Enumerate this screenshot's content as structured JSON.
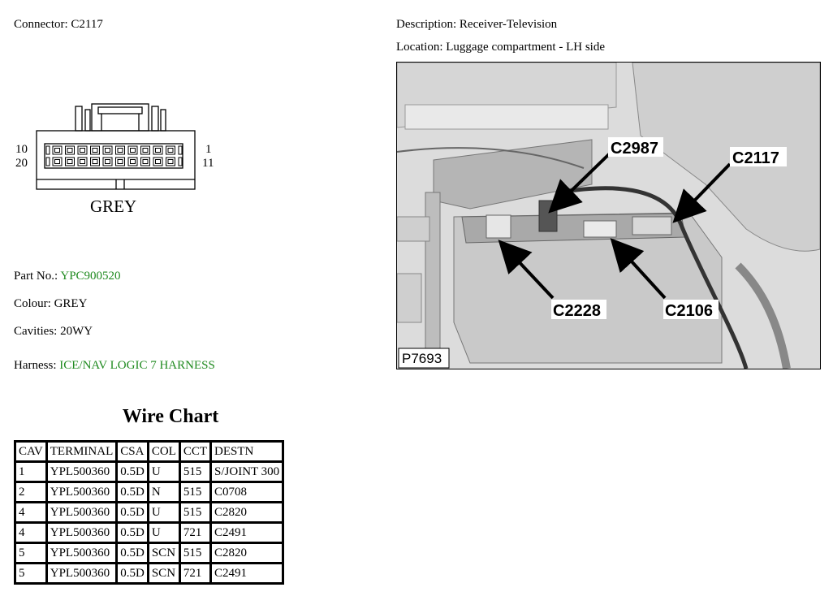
{
  "connector": {
    "label": "Connector:",
    "value": "C2117",
    "colour_caption": "GREY",
    "pin_labels": {
      "top_left": "10",
      "bottom_left": "20",
      "top_right": "1",
      "bottom_right": "11"
    }
  },
  "description": {
    "label": "Description:",
    "value": "Receiver-Television"
  },
  "location": {
    "label": "Location:",
    "value": "Luggage compartment - LH side"
  },
  "details": {
    "part_no_label": "Part No.:",
    "part_no": "YPC900520",
    "colour_label": "Colour:",
    "colour": "GREY",
    "cavities_label": "Cavities:",
    "cavities": "20WY",
    "harness_label": "Harness:",
    "harness": "ICE/NAV LOGIC 7 HARNESS"
  },
  "photo": {
    "callouts": {
      "c2987": "C2987",
      "c2117": "C2117",
      "c2228": "C2228",
      "c2106": "C2106"
    },
    "ref": "P7693"
  },
  "wire_chart": {
    "title": "Wire Chart",
    "headers": [
      "CAV",
      "TERMINAL",
      "CSA",
      "COL",
      "CCT",
      "DESTN"
    ],
    "rows": [
      [
        "1",
        "YPL500360",
        "0.5D",
        "U",
        "515",
        "S/JOINT 300"
      ],
      [
        "2",
        "YPL500360",
        "0.5D",
        "N",
        "515",
        "C0708"
      ],
      [
        "4",
        "YPL500360",
        "0.5D",
        "U",
        "515",
        "C2820"
      ],
      [
        "4",
        "YPL500360",
        "0.5D",
        "U",
        "721",
        "C2491"
      ],
      [
        "5",
        "YPL500360",
        "0.5D",
        "SCN",
        "515",
        "C2820"
      ],
      [
        "5",
        "YPL500360",
        "0.5D",
        "SCN",
        "721",
        "C2491"
      ]
    ]
  },
  "colors": {
    "link_green": "#1f8a1f"
  }
}
